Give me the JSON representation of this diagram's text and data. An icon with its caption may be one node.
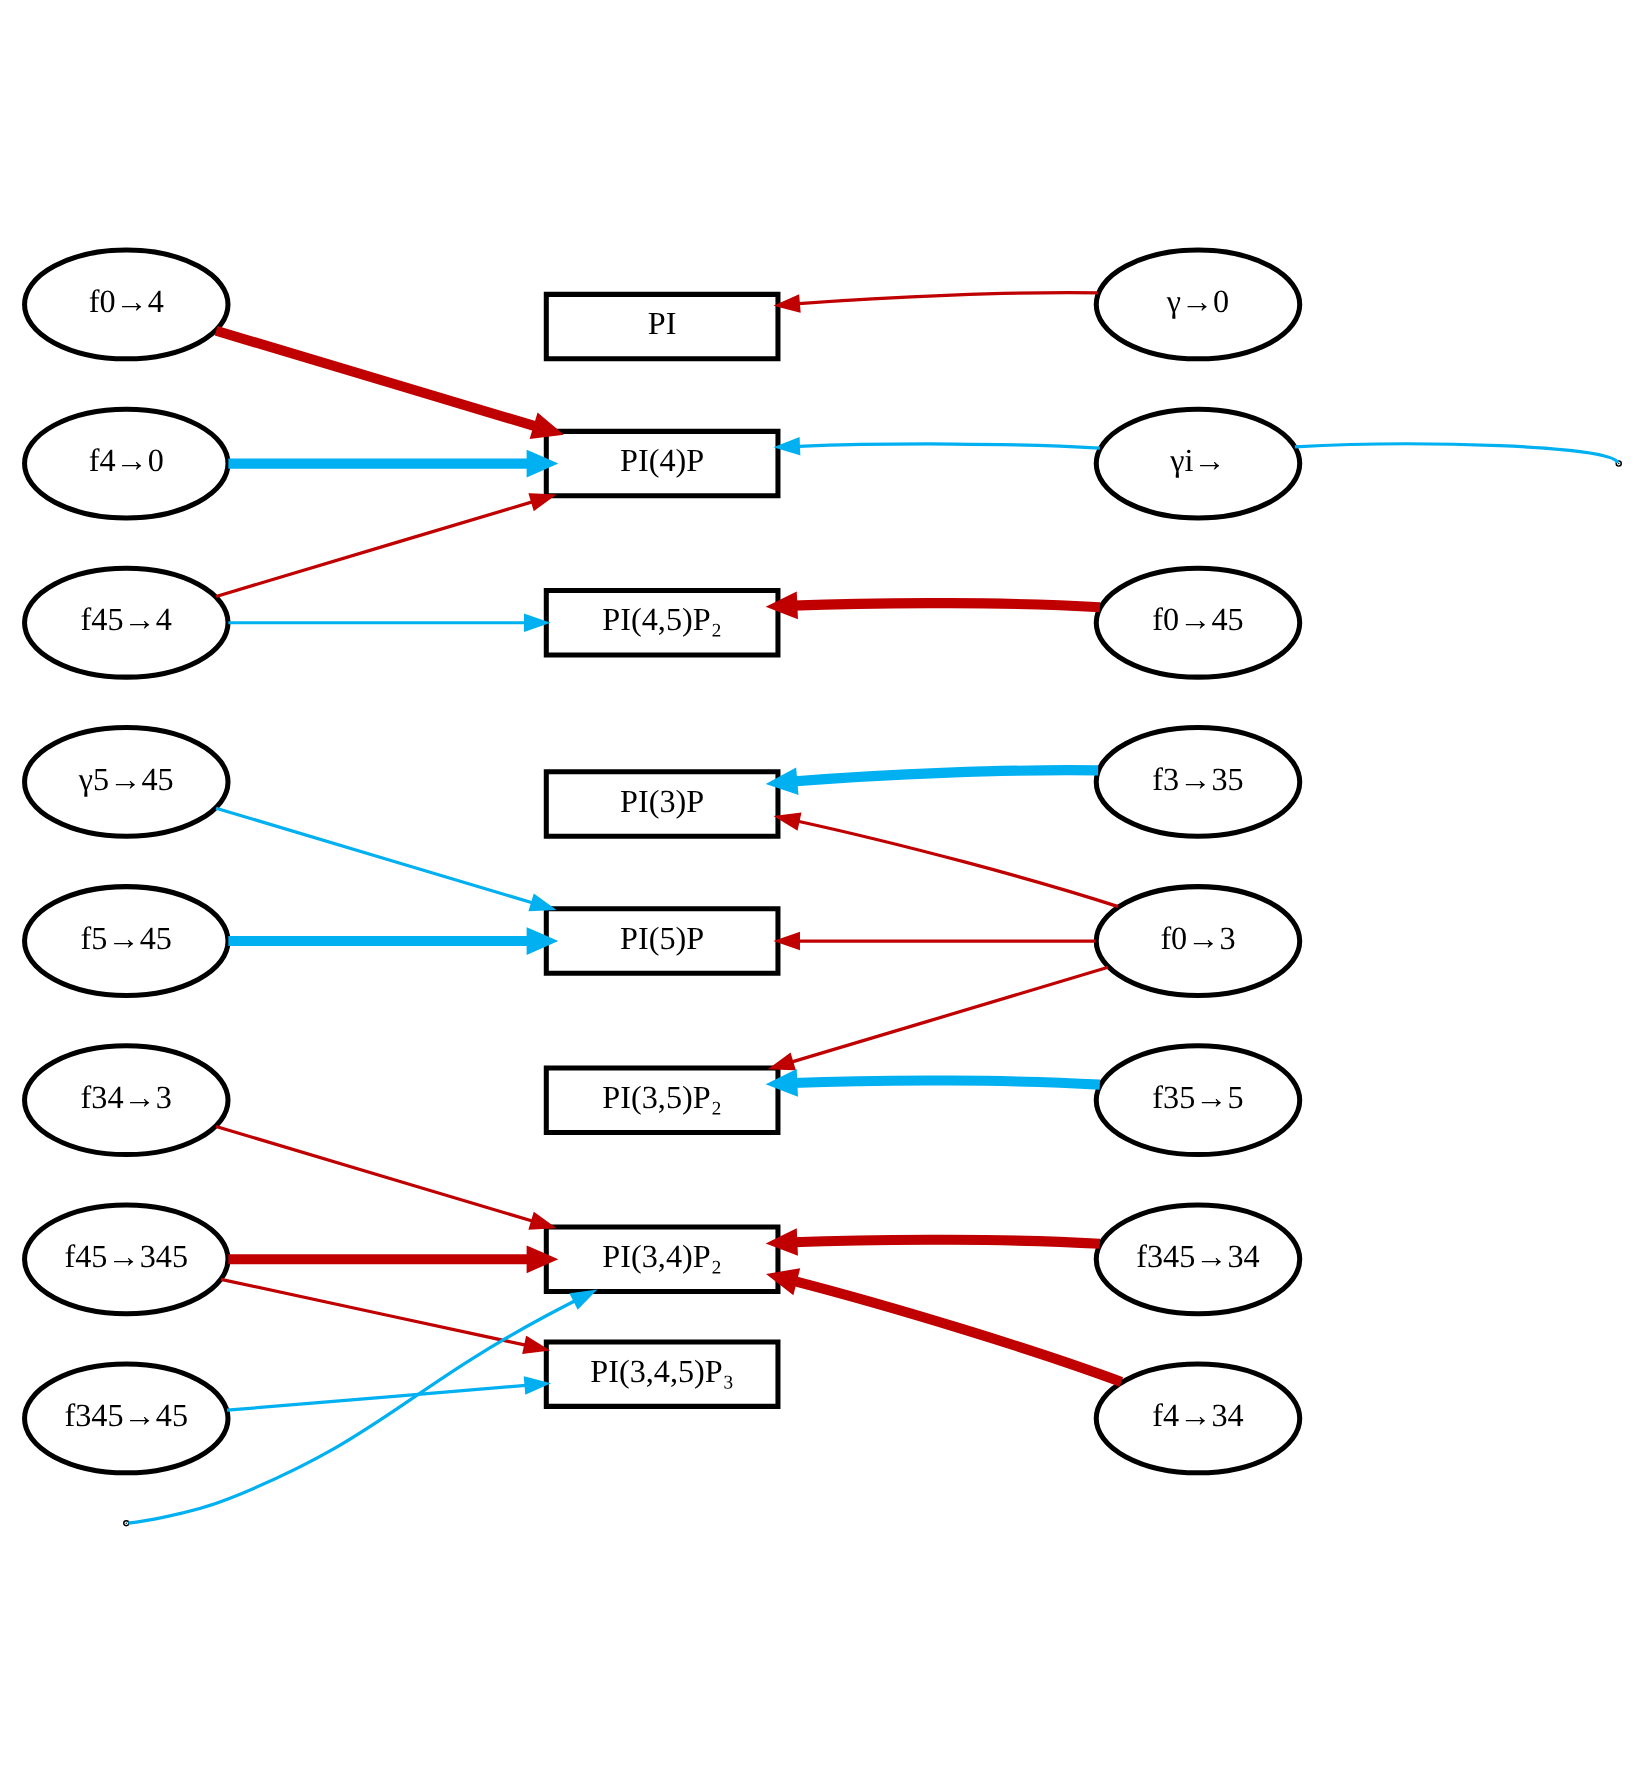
{
  "diagram": {
    "nodes": [
      {
        "text": [
          "PI"
        ]
      },
      {
        "text": [
          "γ→0"
        ]
      },
      {
        "text": [
          "f0→4"
        ]
      },
      {
        "text": [
          "f4→0"
        ]
      },
      {
        "text": [
          "PI(4)P"
        ]
      },
      {
        "text": [
          "γi→"
        ]
      },
      {
        "text": [
          "f45→4"
        ]
      },
      {
        "text": [
          "PI(4,5)P₂"
        ]
      },
      {
        "text": [
          "f0→45"
        ]
      },
      {
        "text": [
          "γ5→45"
        ]
      },
      {
        "text": [
          "PI(3)P"
        ]
      },
      {
        "text": [
          "f3→35"
        ]
      },
      {
        "text": [
          "f5→45"
        ]
      },
      {
        "text": [
          "PI(5)P"
        ]
      },
      {
        "text": [
          "f0→3"
        ]
      },
      {
        "text": [
          "PI(3,5)P₂"
        ]
      },
      {
        "text": [
          "f35→5"
        ]
      },
      {
        "text": [
          "f34→3"
        ]
      },
      {
        "text": [
          "f45→345"
        ]
      },
      {
        "text": [
          "PI(3,4)P₂"
        ]
      },
      {
        "text": [
          "f345→34"
        ]
      },
      {
        "text": [
          "f345→45"
        ]
      },
      {
        "text": [
          "PI(3,4,5)P₃"
        ]
      },
      {
        "text": [
          "f4→34"
        ]
      }
    ],
    "edges": [
      {
        "from": 1,
        "to": 0,
        "arrow": "to"
      },
      {
        "from": 2,
        "to": 4,
        "arrow": "to",
        "style": "thick"
      },
      {
        "from": 3,
        "to": 4,
        "arrow": "to",
        "style": "thick",
        "color": "#00b0f0"
      },
      {
        "from": 5,
        "to": 4,
        "arrow": "to",
        "color": "#00b0f0"
      },
      {
        "from": 5,
        "to": null,
        "arrow": "none",
        "color": "#00b0f0"
      },
      {
        "from": 6,
        "to": 4,
        "arrow": "to"
      },
      {
        "from": 6,
        "to": 7,
        "arrow": "to",
        "color": "#00b0f0"
      },
      {
        "from": 8,
        "to": 7,
        "arrow": "to",
        "style": "thick"
      },
      {
        "from": 9,
        "to": 13,
        "arrow": "to",
        "color": "#00b0f0"
      },
      {
        "from": 12,
        "to": 13,
        "arrow": "to",
        "style": "thick",
        "color": "#00b0f0"
      },
      {
        "from": 11,
        "to": 10,
        "arrow": "to",
        "style": "thick",
        "color": "#00b0f0"
      },
      {
        "from": 14,
        "to": 10,
        "arrow": "to"
      },
      {
        "from": 14,
        "to": 13,
        "arrow": "to"
      },
      {
        "from": 14,
        "to": 15,
        "arrow": "to"
      },
      {
        "from": 16,
        "to": 15,
        "arrow": "to",
        "style": "thick",
        "color": "#00b0f0"
      },
      {
        "from": 17,
        "to": 19,
        "arrow": "to"
      },
      {
        "from": 18,
        "to": 19,
        "arrow": "to",
        "style": "thick"
      },
      {
        "from": 18,
        "to": 22,
        "arrow": "to"
      },
      {
        "from": null,
        "to": 19,
        "arrow": "to",
        "color": "#00b0f0"
      },
      {
        "from": 20,
        "to": 19,
        "arrow": "to",
        "style": "thick"
      },
      {
        "from": 23,
        "to": 19,
        "arrow": "to",
        "style": "thick"
      },
      {
        "from": 21,
        "to": 22,
        "arrow": "to",
        "color": "#00b0f0"
      }
    ]
  }
}
